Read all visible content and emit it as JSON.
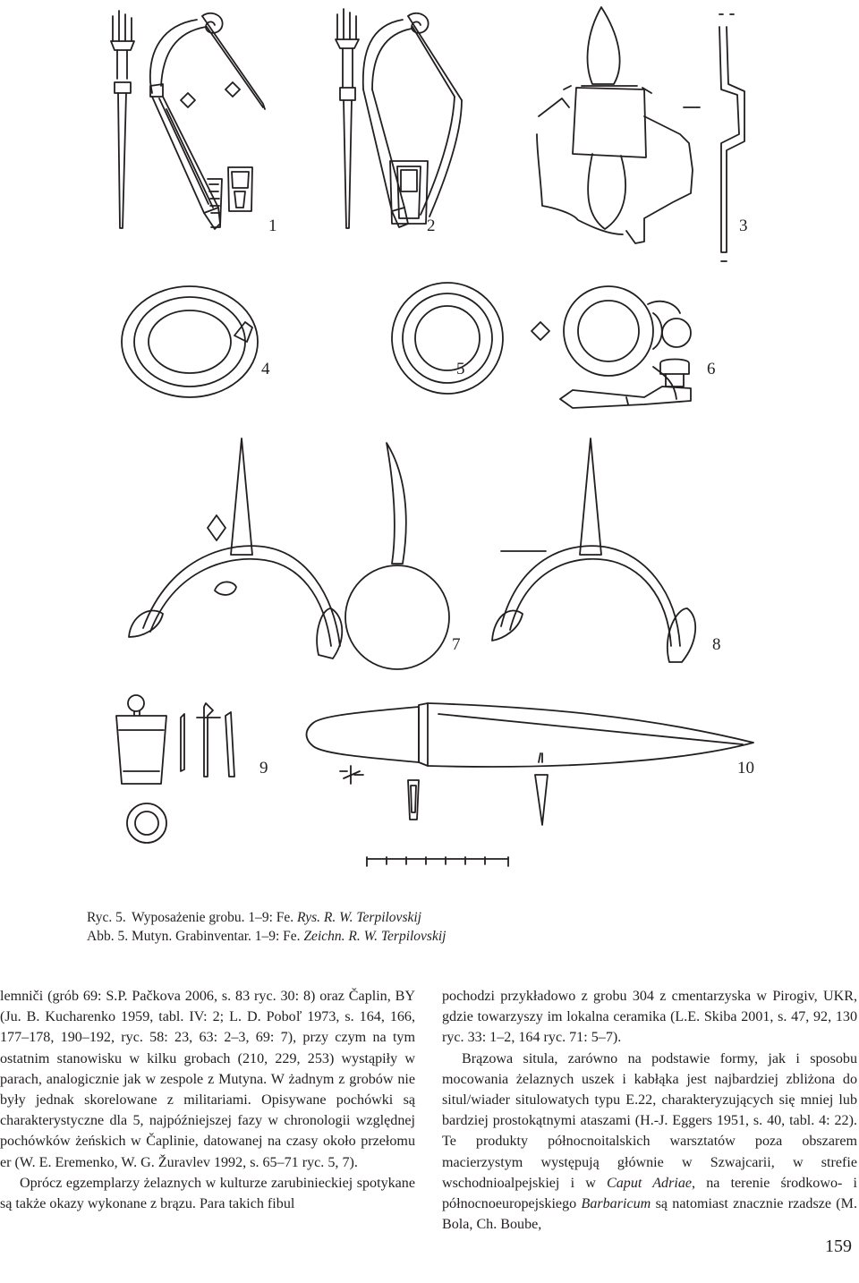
{
  "figure": {
    "labels": [
      "1",
      "2",
      "3",
      "4",
      "5",
      "6",
      "7",
      "8",
      "9",
      "10"
    ]
  },
  "caption": {
    "pl_key": "Ryc. 5.",
    "pl_text": "Wyposażenie grobu. 1–9: Fe. ",
    "pl_credit": "Rys. R. W. Terpilovskij",
    "de_key": "Abb. 5.",
    "de_text": "Mutyn. Grabinventar. 1–9: Fe. ",
    "de_credit": "Zeichn. R. W. Terpilovskij"
  },
  "left_column": {
    "p1": "lemniči (grób 69: S.P. Pačkova 2006, s. 83 ryc. 30: 8) oraz Čaplin, BY (Ju. B. Kucharenko 1959, tabl. IV: 2; L. D. Poboľ 1973, s. 164, 166, 177–178, 190–192, ryc. 58: 23, 63: 2–3, 69: 7), przy czym na tym ostatnim stanowisku w kilku grobach (210, 229, 253) wystąpiły w parach, analogicznie jak w zespole z Mutyna. W żadnym z grobów nie były jednak skorelowane z militariami. Opisywane pochówki są charakterystyczne dla 5, najpóźniejszej fazy w chronologii względnej pochówków żeńskich w Čaplinie, datowanej na czasy około przełomu er (W. E. Eremenko, W. G. Žuravlev 1992, s. 65–71 ryc. 5, 7).",
    "p2": "Oprócz egzemplarzy żelaznych w kulturze zarubinieckiej spotykane są także okazy wykonane z brązu. Para takich fibul"
  },
  "right_column": {
    "p1": "pochodzi przykładowo z grobu 304 z cmentarzyska w Pirogiv, UKR, gdzie towarzyszy im lokalna ceramika (L.E. Skiba 2001, s. 47, 92, 130 ryc. 33: 1–2, 164 ryc. 71: 5–7).",
    "p2_a": "Brązowa situla, zarówno na podstawie formy, jak i sposobu mocowania żelaznych uszek i kabłąka jest najbardziej zbliżona do situl/wiader situlowatych typu E.22, charakteryzujących się mniej lub bardziej prostokątnymi ataszami (H.-J. Eggers 1951, s. 40, tabl. 4: 22). Te produkty północnoitalskich warsztatów poza obszarem macierzystym występują głównie w Szwajcarii, w strefie wschodnioalpejskiej i w ",
    "p2_i1": "Caput Adriae",
    "p2_b": ", na terenie środkowo- i północnoeuropejskiego ",
    "p2_i2": "Barbaricum",
    "p2_c": " są natomiast znacznie rzadsze (M. Bola, Ch. Boube,"
  },
  "page_number": "159"
}
